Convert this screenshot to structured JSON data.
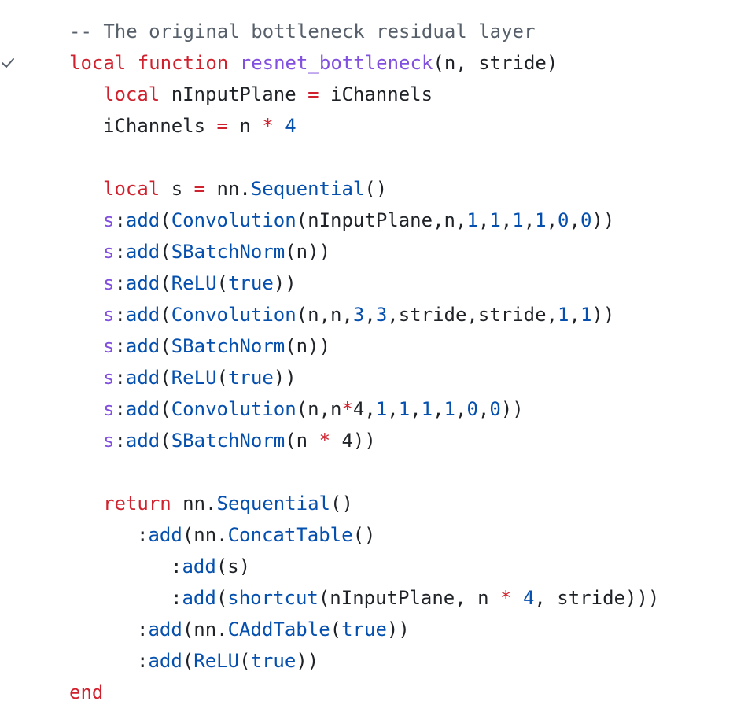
{
  "editor": {
    "marked_line": 1,
    "lines": [
      {
        "indent": 0,
        "tokens": [
          {
            "t": "-- The original bottleneck residual layer",
            "c": "cmt"
          }
        ]
      },
      {
        "indent": 0,
        "tokens": [
          {
            "t": "local",
            "c": "kw"
          },
          {
            "t": " ",
            "c": "plain"
          },
          {
            "t": "function",
            "c": "kw"
          },
          {
            "t": " ",
            "c": "plain"
          },
          {
            "t": "resnet_bottleneck",
            "c": "fn"
          },
          {
            "t": "(n, stride)",
            "c": "plain"
          }
        ]
      },
      {
        "indent": 1,
        "tokens": [
          {
            "t": "local",
            "c": "kw"
          },
          {
            "t": " nInputPlane ",
            "c": "plain"
          },
          {
            "t": "=",
            "c": "op"
          },
          {
            "t": " iChannels",
            "c": "plain"
          }
        ]
      },
      {
        "indent": 1,
        "tokens": [
          {
            "t": "iChannels ",
            "c": "plain"
          },
          {
            "t": "=",
            "c": "op"
          },
          {
            "t": " n ",
            "c": "plain"
          },
          {
            "t": "*",
            "c": "op"
          },
          {
            "t": " ",
            "c": "plain"
          },
          {
            "t": "4",
            "c": "num"
          }
        ]
      },
      {
        "indent": 0,
        "tokens": []
      },
      {
        "indent": 1,
        "tokens": [
          {
            "t": "local",
            "c": "kw"
          },
          {
            "t": " s ",
            "c": "plain"
          },
          {
            "t": "=",
            "c": "op"
          },
          {
            "t": " nn.",
            "c": "plain"
          },
          {
            "t": "Sequential",
            "c": "call"
          },
          {
            "t": "()",
            "c": "plain"
          }
        ]
      },
      {
        "indent": 1,
        "tokens": [
          {
            "t": "s",
            "c": "recv"
          },
          {
            "t": ":",
            "c": "plain"
          },
          {
            "t": "add",
            "c": "call"
          },
          {
            "t": "(",
            "c": "plain"
          },
          {
            "t": "Convolution",
            "c": "call"
          },
          {
            "t": "(nInputPlane,n,",
            "c": "plain"
          },
          {
            "t": "1",
            "c": "num"
          },
          {
            "t": ",",
            "c": "plain"
          },
          {
            "t": "1",
            "c": "num"
          },
          {
            "t": ",",
            "c": "plain"
          },
          {
            "t": "1",
            "c": "num"
          },
          {
            "t": ",",
            "c": "plain"
          },
          {
            "t": "1",
            "c": "num"
          },
          {
            "t": ",",
            "c": "plain"
          },
          {
            "t": "0",
            "c": "num"
          },
          {
            "t": ",",
            "c": "plain"
          },
          {
            "t": "0",
            "c": "num"
          },
          {
            "t": "))",
            "c": "plain"
          }
        ]
      },
      {
        "indent": 1,
        "tokens": [
          {
            "t": "s",
            "c": "recv"
          },
          {
            "t": ":",
            "c": "plain"
          },
          {
            "t": "add",
            "c": "call"
          },
          {
            "t": "(",
            "c": "plain"
          },
          {
            "t": "SBatchNorm",
            "c": "call"
          },
          {
            "t": "(n))",
            "c": "plain"
          }
        ]
      },
      {
        "indent": 1,
        "tokens": [
          {
            "t": "s",
            "c": "recv"
          },
          {
            "t": ":",
            "c": "plain"
          },
          {
            "t": "add",
            "c": "call"
          },
          {
            "t": "(",
            "c": "plain"
          },
          {
            "t": "ReLU",
            "c": "call"
          },
          {
            "t": "(",
            "c": "plain"
          },
          {
            "t": "true",
            "c": "call"
          },
          {
            "t": "))",
            "c": "plain"
          }
        ]
      },
      {
        "indent": 1,
        "tokens": [
          {
            "t": "s",
            "c": "recv"
          },
          {
            "t": ":",
            "c": "plain"
          },
          {
            "t": "add",
            "c": "call"
          },
          {
            "t": "(",
            "c": "plain"
          },
          {
            "t": "Convolution",
            "c": "call"
          },
          {
            "t": "(n,n,",
            "c": "plain"
          },
          {
            "t": "3",
            "c": "num"
          },
          {
            "t": ",",
            "c": "plain"
          },
          {
            "t": "3",
            "c": "num"
          },
          {
            "t": ",stride,stride,",
            "c": "plain"
          },
          {
            "t": "1",
            "c": "num"
          },
          {
            "t": ",",
            "c": "plain"
          },
          {
            "t": "1",
            "c": "num"
          },
          {
            "t": "))",
            "c": "plain"
          }
        ]
      },
      {
        "indent": 1,
        "tokens": [
          {
            "t": "s",
            "c": "recv"
          },
          {
            "t": ":",
            "c": "plain"
          },
          {
            "t": "add",
            "c": "call"
          },
          {
            "t": "(",
            "c": "plain"
          },
          {
            "t": "SBatchNorm",
            "c": "call"
          },
          {
            "t": "(n))",
            "c": "plain"
          }
        ]
      },
      {
        "indent": 1,
        "tokens": [
          {
            "t": "s",
            "c": "recv"
          },
          {
            "t": ":",
            "c": "plain"
          },
          {
            "t": "add",
            "c": "call"
          },
          {
            "t": "(",
            "c": "plain"
          },
          {
            "t": "ReLU",
            "c": "call"
          },
          {
            "t": "(",
            "c": "plain"
          },
          {
            "t": "true",
            "c": "call"
          },
          {
            "t": "))",
            "c": "plain"
          }
        ]
      },
      {
        "indent": 1,
        "tokens": [
          {
            "t": "s",
            "c": "recv"
          },
          {
            "t": ":",
            "c": "plain"
          },
          {
            "t": "add",
            "c": "call"
          },
          {
            "t": "(",
            "c": "plain"
          },
          {
            "t": "Convolution",
            "c": "call"
          },
          {
            "t": "(n,n",
            "c": "plain"
          },
          {
            "t": "*",
            "c": "op"
          },
          {
            "t": "4",
            "c": "plain"
          },
          {
            "t": ",",
            "c": "plain"
          },
          {
            "t": "1",
            "c": "num"
          },
          {
            "t": ",",
            "c": "plain"
          },
          {
            "t": "1",
            "c": "num"
          },
          {
            "t": ",",
            "c": "plain"
          },
          {
            "t": "1",
            "c": "num"
          },
          {
            "t": ",",
            "c": "plain"
          },
          {
            "t": "1",
            "c": "num"
          },
          {
            "t": ",",
            "c": "plain"
          },
          {
            "t": "0",
            "c": "num"
          },
          {
            "t": ",",
            "c": "plain"
          },
          {
            "t": "0",
            "c": "num"
          },
          {
            "t": "))",
            "c": "plain"
          }
        ]
      },
      {
        "indent": 1,
        "tokens": [
          {
            "t": "s",
            "c": "recv"
          },
          {
            "t": ":",
            "c": "plain"
          },
          {
            "t": "add",
            "c": "call"
          },
          {
            "t": "(",
            "c": "plain"
          },
          {
            "t": "SBatchNorm",
            "c": "call"
          },
          {
            "t": "(n ",
            "c": "plain"
          },
          {
            "t": "*",
            "c": "op"
          },
          {
            "t": " 4))",
            "c": "plain"
          }
        ]
      },
      {
        "indent": 0,
        "tokens": []
      },
      {
        "indent": 1,
        "tokens": [
          {
            "t": "return",
            "c": "kw"
          },
          {
            "t": " nn.",
            "c": "plain"
          },
          {
            "t": "Sequential",
            "c": "call"
          },
          {
            "t": "()",
            "c": "plain"
          }
        ]
      },
      {
        "indent": 2,
        "tokens": [
          {
            "t": ":",
            "c": "plain"
          },
          {
            "t": "add",
            "c": "call"
          },
          {
            "t": "(nn.",
            "c": "plain"
          },
          {
            "t": "ConcatTable",
            "c": "call"
          },
          {
            "t": "()",
            "c": "plain"
          }
        ]
      },
      {
        "indent": 3,
        "tokens": [
          {
            "t": ":",
            "c": "plain"
          },
          {
            "t": "add",
            "c": "call"
          },
          {
            "t": "(s)",
            "c": "plain"
          }
        ]
      },
      {
        "indent": 3,
        "tokens": [
          {
            "t": ":",
            "c": "plain"
          },
          {
            "t": "add",
            "c": "call"
          },
          {
            "t": "(",
            "c": "plain"
          },
          {
            "t": "shortcut",
            "c": "call"
          },
          {
            "t": "(nInputPlane, n ",
            "c": "plain"
          },
          {
            "t": "*",
            "c": "op"
          },
          {
            "t": " ",
            "c": "plain"
          },
          {
            "t": "4",
            "c": "num"
          },
          {
            "t": ", stride)))",
            "c": "plain"
          }
        ]
      },
      {
        "indent": 2,
        "tokens": [
          {
            "t": ":",
            "c": "plain"
          },
          {
            "t": "add",
            "c": "call"
          },
          {
            "t": "(nn.",
            "c": "plain"
          },
          {
            "t": "CAddTable",
            "c": "call"
          },
          {
            "t": "(",
            "c": "plain"
          },
          {
            "t": "true",
            "c": "call"
          },
          {
            "t": "))",
            "c": "plain"
          }
        ]
      },
      {
        "indent": 2,
        "tokens": [
          {
            "t": ":",
            "c": "plain"
          },
          {
            "t": "add",
            "c": "call"
          },
          {
            "t": "(",
            "c": "plain"
          },
          {
            "t": "ReLU",
            "c": "call"
          },
          {
            "t": "(",
            "c": "plain"
          },
          {
            "t": "true",
            "c": "call"
          },
          {
            "t": "))",
            "c": "plain"
          }
        ]
      },
      {
        "indent": 0,
        "tokens": [
          {
            "t": "end",
            "c": "kw"
          }
        ]
      }
    ]
  },
  "colors": {
    "plain": "#1f2328",
    "keyword": "#cf222e",
    "function_name": "#8250df",
    "call": "#0550ae",
    "number": "#0550ae",
    "comment": "#57606a",
    "gutter_check": "#57606a"
  },
  "icons": {
    "gutter_mark": "check-icon"
  }
}
